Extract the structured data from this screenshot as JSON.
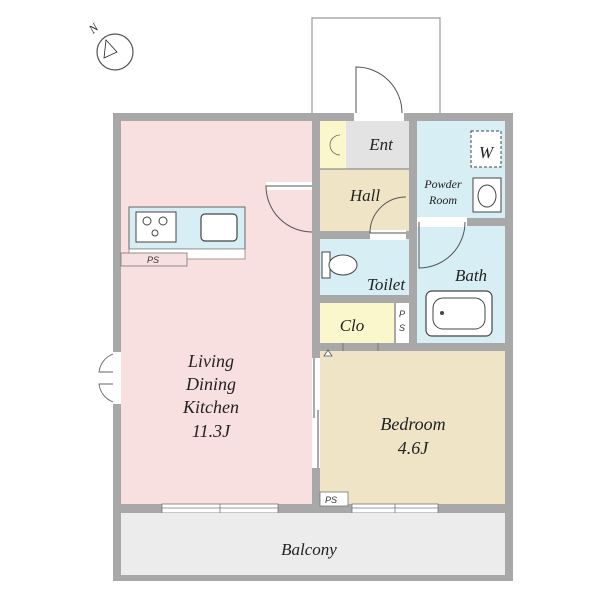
{
  "compass": {
    "north_label": "N"
  },
  "rooms": {
    "ldk": {
      "line1": "Living",
      "line2": "Dining",
      "line3": "Kitchen",
      "size": "11.3J",
      "color": "#f8dfe0"
    },
    "bedroom": {
      "name": "Bedroom",
      "size": "4.6J",
      "color": "#efe4c6"
    },
    "entrance": {
      "name": "Ent",
      "color": "#e3e3e3"
    },
    "hall": {
      "name": "Hall",
      "color": "#efe4c6"
    },
    "powder_room": {
      "line1": "Powder",
      "line2": "Room",
      "color": "#d7eef4"
    },
    "washer": {
      "name": "W"
    },
    "bath": {
      "name": "Bath",
      "color": "#d7eef4"
    },
    "toilet": {
      "name": "Toilet",
      "color": "#d7eef4"
    },
    "closet": {
      "name": "Clo",
      "color": "#fbf7cc"
    },
    "balcony": {
      "name": "Balcony",
      "color": "#ececec"
    }
  },
  "ps_labels": {
    "kitchen": "PS",
    "bath_p": "P",
    "bath_s": "S",
    "bedroom": "PS"
  }
}
